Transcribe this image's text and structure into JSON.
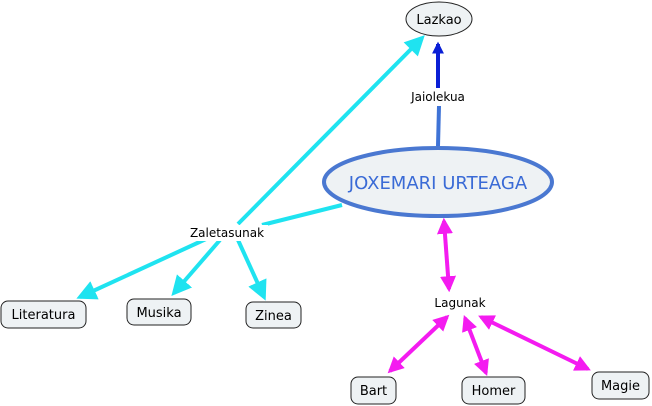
{
  "diagram": {
    "central": {
      "label": "JOXEMARI URTEAGA"
    },
    "nodes": {
      "lazkao": {
        "label": "Lazkao"
      },
      "literatura": {
        "label": "Literatura"
      },
      "musika": {
        "label": "Musika"
      },
      "zinea": {
        "label": "Zinea"
      },
      "bart": {
        "label": "Bart"
      },
      "homer": {
        "label": "Homer"
      },
      "magie": {
        "label": "Magie"
      }
    },
    "link_labels": {
      "jaiolekua": "Jaiolekua",
      "zaletasunak": "Zaletasunak",
      "lagunak": "Lagunak"
    },
    "colors": {
      "central_border": "#4a78d1",
      "central_fill": "#eef2f4",
      "central_text": "#3a6bd6",
      "node_fill": "#eef2f4",
      "node_border": "#222222",
      "jaiolekua_line": "#3f73d6",
      "jaiolekua_arrow": "#0a1fd6",
      "zaletasunak": "#1fe3f0",
      "lagunak": "#f41bf0"
    }
  }
}
